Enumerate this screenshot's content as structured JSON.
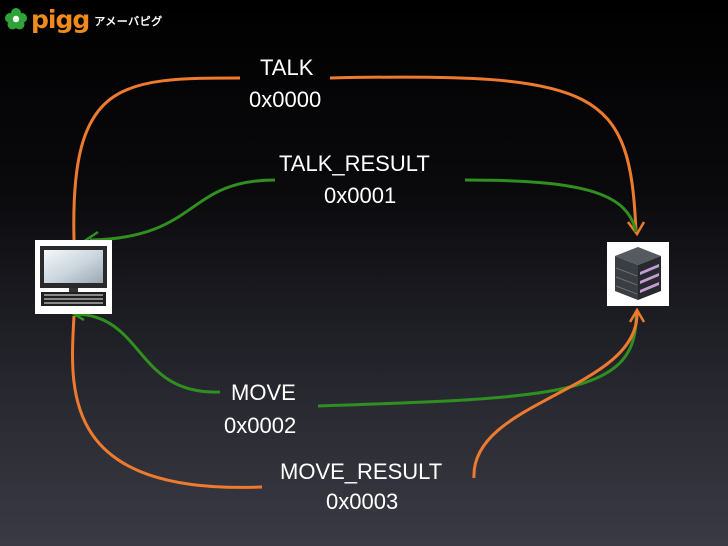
{
  "logo": {
    "brand": "pigg",
    "kana": "アメーバピグ",
    "icon": "green-flower-icon",
    "brand_color": "#f08a1c",
    "icon_color": "#2fa33a"
  },
  "messages": [
    {
      "name": "TALK",
      "code": "0x0000",
      "direction": "client-to-server",
      "color": "#ee7a2e"
    },
    {
      "name": "TALK_RESULT",
      "code": "0x0001",
      "direction": "server-to-client",
      "color": "#2f8f1f"
    },
    {
      "name": "MOVE",
      "code": "0x0002",
      "direction": "client-to-server",
      "color": "#2f8f1f"
    },
    {
      "name": "MOVE_RESULT",
      "code": "0x0003",
      "direction": "server-to-client",
      "color": "#ee7a2e"
    }
  ],
  "nodes": {
    "client": "desktop-computer-icon",
    "server": "server-rack-icon"
  }
}
